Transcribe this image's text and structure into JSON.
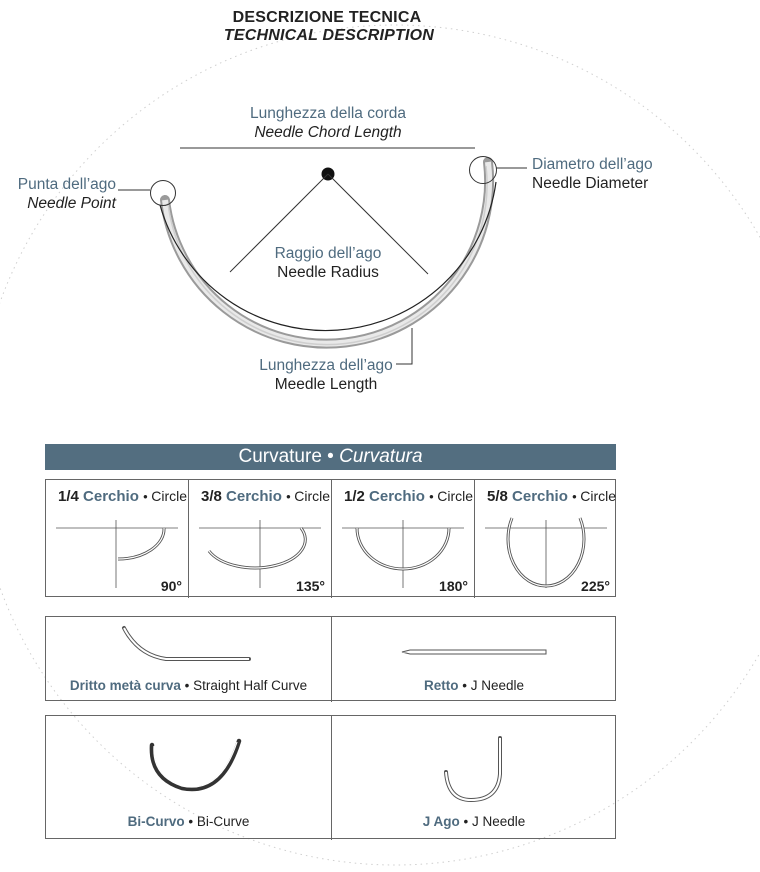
{
  "header": {
    "title_it": "DESCRIZIONE TECNICA",
    "title_en": "TECHNICAL DESCRIPTION"
  },
  "diagram": {
    "chord": {
      "it": "Lunghezza della corda",
      "en": "Needle Chord Length"
    },
    "point": {
      "it": "Punta dell’ago",
      "en": "Needle Point"
    },
    "diameter": {
      "it": "Diametro dell’ago",
      "en": "Needle Diameter"
    },
    "radius": {
      "it": "Raggio dell’ago",
      "en": "Needle Radius"
    },
    "length": {
      "it": "Lunghezza dell’ago",
      "en": "Meedle Length"
    }
  },
  "curvature": {
    "banner_en": "Curvature",
    "banner_sep": " • ",
    "banner_it": "Curvatura",
    "cells": [
      {
        "fraction": "1/4",
        "word_it": "Cerchio",
        "word_en": "Circle",
        "degrees": "90°"
      },
      {
        "fraction": "3/8",
        "word_it": "Cerchio",
        "word_en": "Circle",
        "degrees": "135°"
      },
      {
        "fraction": "1/2",
        "word_it": "Cerchio",
        "word_en": "Circle",
        "degrees": "180°"
      },
      {
        "fraction": "5/8",
        "word_it": "Cerchio",
        "word_en": "Circle",
        "degrees": "225°"
      }
    ]
  },
  "shapes": [
    {
      "it": "Dritto metà curva",
      "en": "Straight Half Curve"
    },
    {
      "it": "Retto",
      "en": "J Needle"
    },
    {
      "it": "Bi-Curvo",
      "en": "Bi-Curve"
    },
    {
      "it": "J Ago",
      "en": "J Needle"
    }
  ],
  "separator": " • "
}
